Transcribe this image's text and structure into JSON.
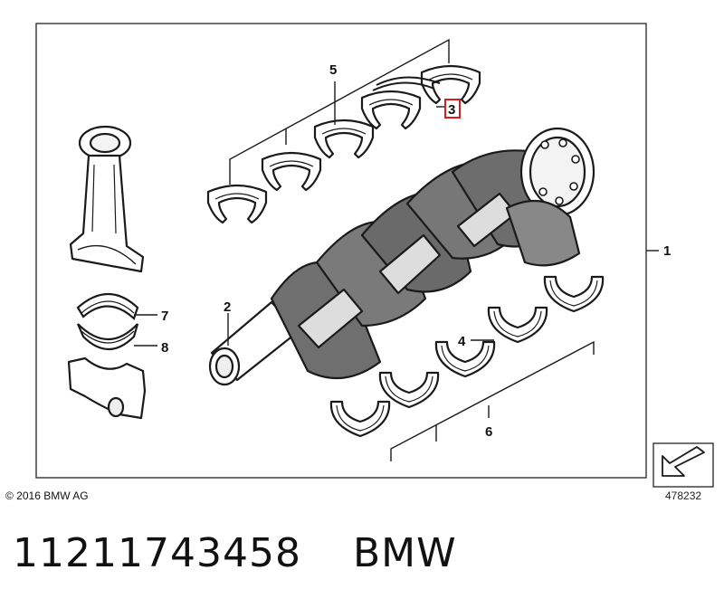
{
  "diagram": {
    "callouts": [
      {
        "id": "1",
        "label": "1"
      },
      {
        "id": "2",
        "label": "2"
      },
      {
        "id": "3",
        "label": "3",
        "highlighted": true
      },
      {
        "id": "4",
        "label": "4"
      },
      {
        "id": "5",
        "label": "5"
      },
      {
        "id": "6",
        "label": "6"
      },
      {
        "id": "7",
        "label": "7"
      },
      {
        "id": "8",
        "label": "8"
      }
    ],
    "highlight_color": "#e0191c",
    "copyright": "© 2016 BMW AG",
    "reference_number": "478232",
    "parts_depicted": [
      "connecting-rod",
      "crankshaft",
      "main-bearing-shells",
      "thrust-bearing",
      "rod-bearing-shells",
      "rod-cap"
    ]
  },
  "caption": {
    "part_number": "11211743458",
    "brand": "BMW"
  }
}
